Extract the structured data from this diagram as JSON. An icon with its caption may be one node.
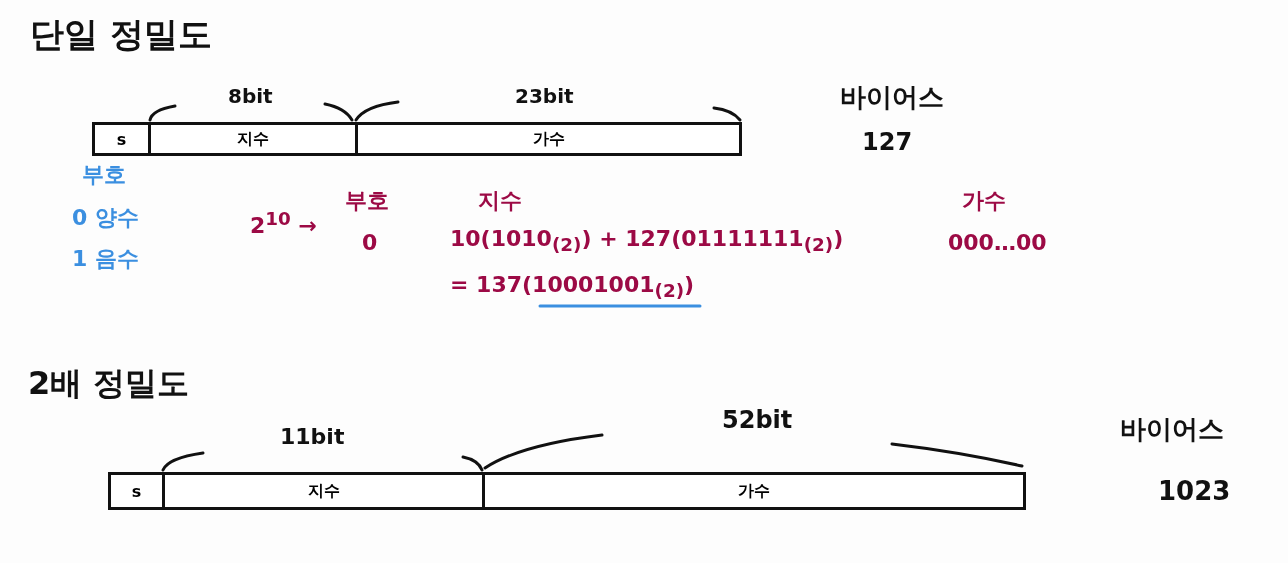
{
  "diagram": {
    "nodes": [
      {
        "text": [
          "s"
        ]
      },
      {
        "text": [
          "지수"
        ],
        "beside": [
          "8bit"
        ]
      },
      {
        "text": [
          "가수"
        ],
        "beside": [
          "23bit"
        ]
      },
      {
        "text": [
          "s"
        ]
      },
      {
        "text": [
          "지수"
        ],
        "beside": [
          "11bit"
        ]
      },
      {
        "text": [
          "가수"
        ],
        "beside": [
          "52bit"
        ]
      }
    ],
    "labels": [
      "단일 정밀도",
      "바이어스",
      "127",
      "부호",
      "0 양수",
      "1 음수",
      "2$^{10}$ →",
      "부호",
      "0",
      "지수",
      "10(1010$_{(2)}$) + 127(01111111$_{(2)}$)",
      "= 137(10001001$_{(2)}$)",
      "가수",
      "000…00",
      "2배 정밀도",
      "바이어스",
      "1023"
    ]
  }
}
